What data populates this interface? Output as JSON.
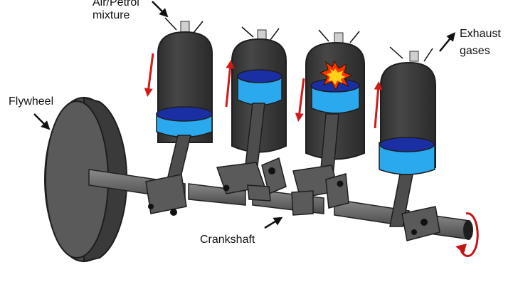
{
  "labels": {
    "intake_line1": "Air/Petrol",
    "intake_line2": "mixture",
    "exhaust_line1": "Exhaust",
    "exhaust_line2": "gases",
    "flywheel": "Flywheel",
    "crankshaft": "Crankshaft"
  },
  "colors": {
    "cylinder": "#3d3d3d",
    "cylinder_edge": "#1e1e1e",
    "piston_top": "#1a2fa3",
    "piston_side": "#2ba9ee",
    "shaft": "#666666",
    "arrow": "#d11a1a",
    "spark": "#ff3300"
  },
  "icons": [
    "spark-explosion-icon",
    "rotation-arrow-icon",
    "motion-arrow-icon",
    "pointer-arrow-icon"
  ]
}
